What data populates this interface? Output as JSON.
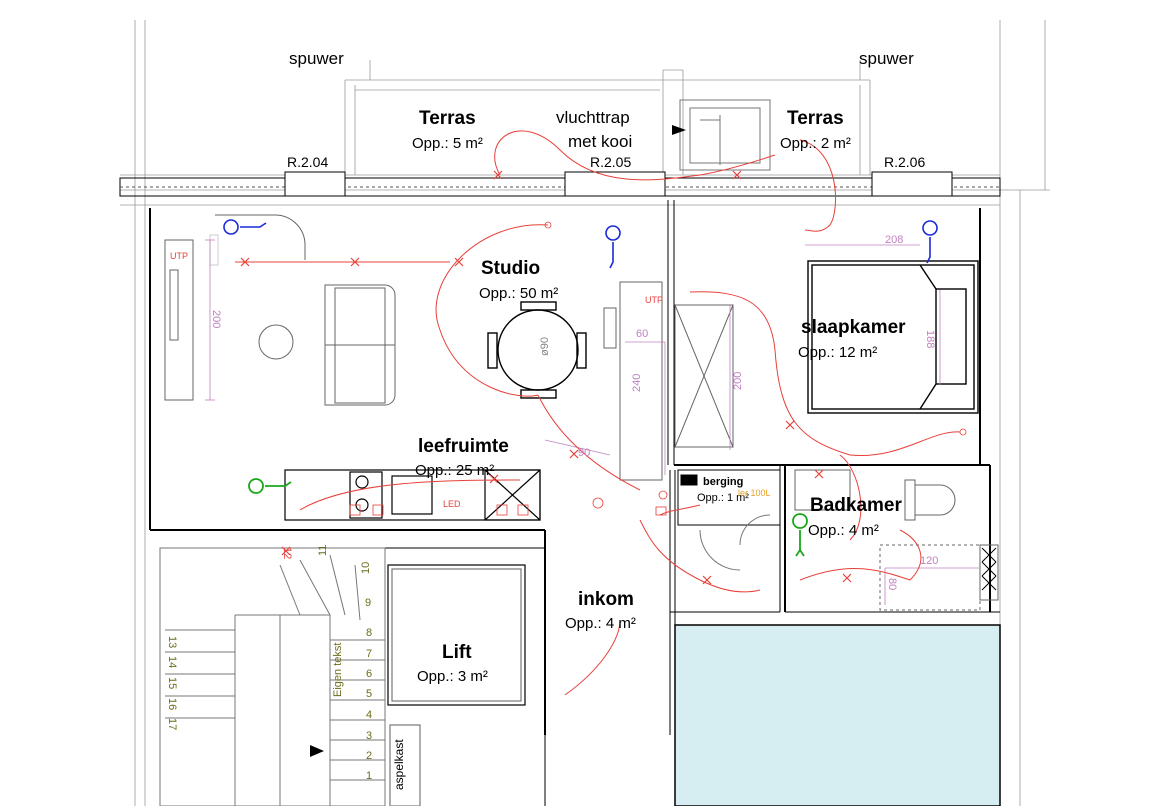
{
  "labels": {
    "spuwer_left": "spuwer",
    "spuwer_right": "spuwer",
    "terras_left": "Terras",
    "terras_left_area": "Opp.: 5 m²",
    "vluchttrap_1": "vluchttrap",
    "vluchttrap_2": "met kooi",
    "terras_right": "Terras",
    "terras_right_area": "Opp.: 2 m²",
    "code_r204": "R.2.04",
    "code_r205": "R.2.05",
    "code_r206": "R.2.06",
    "studio": "Studio",
    "studio_area": "Opp.: 50 m²",
    "slaapkamer": "slaapkamer",
    "slaapkamer_area": "Opp.: 12 m²",
    "leefruimte": "leefruimte",
    "leefruimte_area": "Opp.: 25 m²",
    "berging": "berging",
    "berging_area": "Opp.: 1 m²",
    "badkamer": "Badkamer",
    "badkamer_area": "Opp.: 4 m²",
    "inkom": "inkom",
    "inkom_area": "Opp.: 4 m²",
    "lift": "Lift",
    "lift_area": "Opp.: 3 m²",
    "eigen_tekst": "Eigen tekst",
    "aspelkast": "aspelkast",
    "led": "LED",
    "utp_1": "UTP",
    "utp_2": "UTP",
    "boiler": "ler 100L"
  },
  "dimensions": {
    "d200_left": "200",
    "d60": "60",
    "d240": "240",
    "d200_mid": "200",
    "d90": "90",
    "d208": "208",
    "d188": "188",
    "d120": "120",
    "d80": "80",
    "dphi90": "ø90"
  },
  "stair_numbers": [
    "11",
    "10",
    "9",
    "8",
    "7",
    "6",
    "5",
    "4",
    "3",
    "2",
    "1",
    "12",
    "13",
    "14",
    "15",
    "16",
    "17"
  ],
  "colors": {
    "wall": "#000000",
    "light_line": "#9a9a9a",
    "electrical": "#e8403a",
    "dimension": "#c080c0",
    "blue_symbol": "#1a2ad8",
    "green_symbol": "#1aa81a",
    "elevator_fill": "#d6eef2",
    "stair_text": "#6b6b1a"
  }
}
